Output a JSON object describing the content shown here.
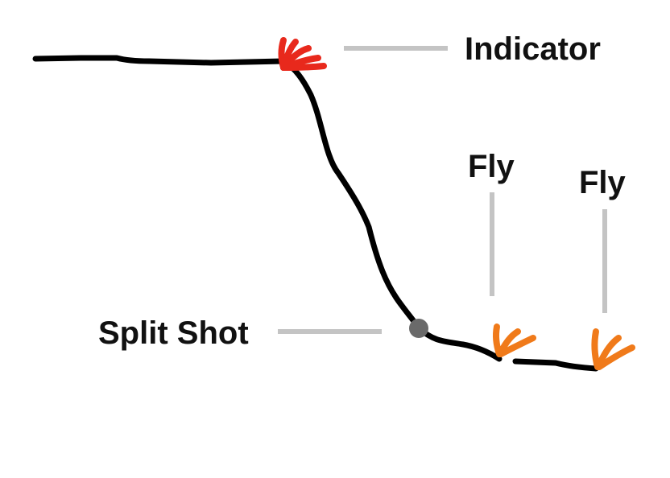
{
  "labels": {
    "indicator": "Indicator",
    "fly_1": "Fly",
    "fly_2": "Fly",
    "split_shot": "Split Shot"
  },
  "colors": {
    "line": "#000000",
    "indicator": "#e8291c",
    "fly": "#f07a1a",
    "split_shot": "#6a6a6a",
    "leader": "#c4c4c4",
    "text": "#111111"
  }
}
